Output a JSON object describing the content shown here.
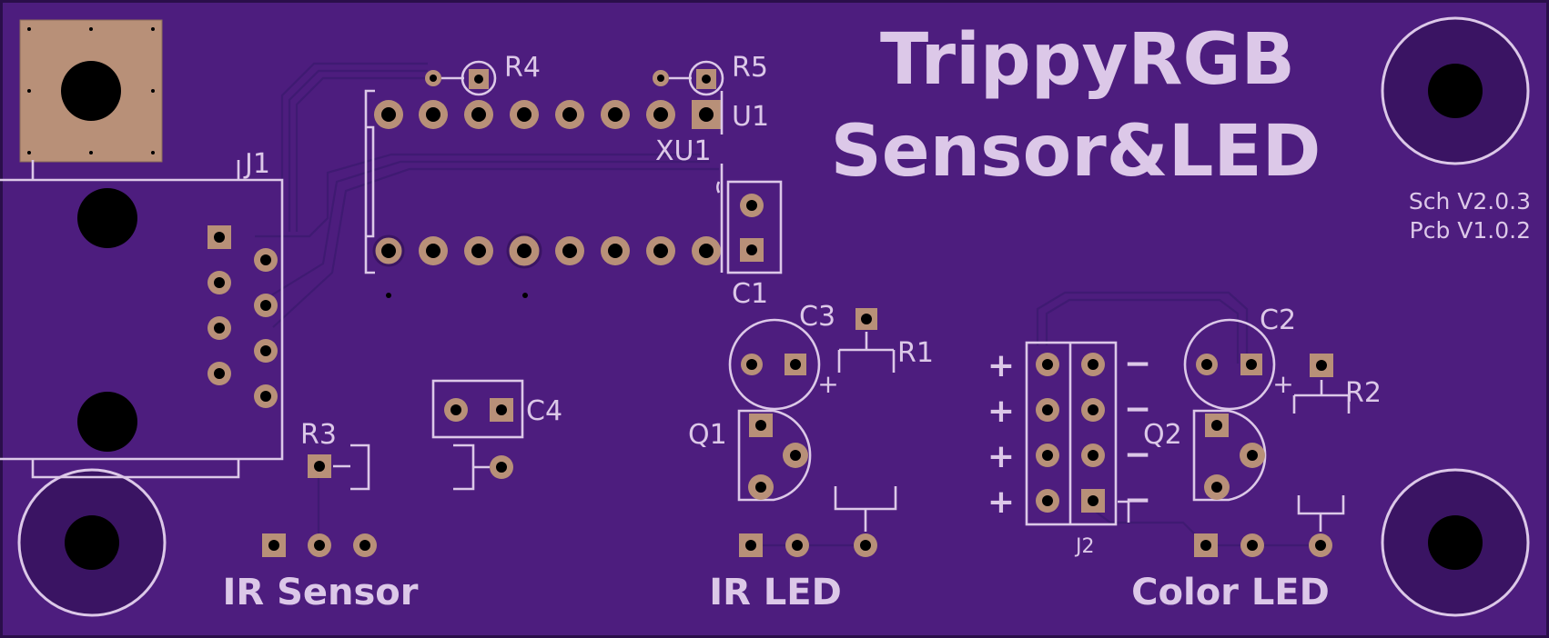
{
  "board": {
    "title_line1": "TrippyRGB",
    "title_line2": "Sensor&LED",
    "sch_version": "Sch V2.0.3",
    "pcb_version": "Pcb V1.0.2",
    "colors": {
      "soldermask": "#4d1d7e",
      "silkscreen": "#dcc8e8",
      "copper_pad": "#b89078",
      "trace": "#3f1a72",
      "drill": "#000000"
    }
  },
  "refdes": {
    "j1": "J1",
    "j2": "J2",
    "r1": "R1",
    "r2": "R2",
    "r3": "R3",
    "r4": "R4",
    "r5": "R5",
    "u1": "U1",
    "xu1": "XU1",
    "c1": "C1",
    "c2": "C2",
    "c3": "C3",
    "c4": "C4",
    "q1": "Q1",
    "q2": "Q2"
  },
  "section_labels": {
    "ir_sensor": "IR Sensor",
    "ir_led": "IR LED",
    "color_led": "Color LED"
  },
  "polarity": {
    "plus": "+",
    "minus": "−"
  }
}
